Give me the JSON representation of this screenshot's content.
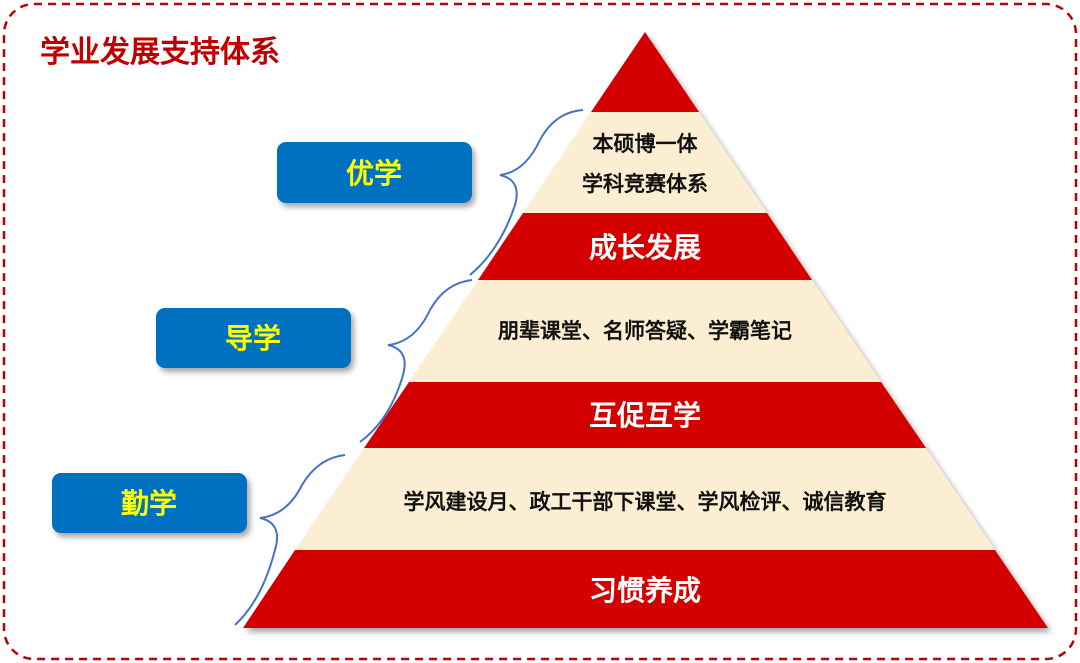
{
  "title": "学业发展支持体系",
  "colors": {
    "red": "#d40000",
    "cream": "#fbeed3",
    "blue": "#0070c0",
    "label_text": "#ffff00",
    "border": "#c00000",
    "brace": "#4472c4"
  },
  "levels": [
    {
      "label": "优学",
      "items": [
        "本硕博一体",
        "学科竞赛体系"
      ],
      "band": "成长发展"
    },
    {
      "label": "导学",
      "items": [
        "朋辈课堂、名师答疑、学霸笔记"
      ],
      "band": "互促互学"
    },
    {
      "label": "勤学",
      "items": [
        "学风建设月、政工干部下课堂、学风检评、诚信教育"
      ],
      "band": "习惯养成"
    }
  ]
}
